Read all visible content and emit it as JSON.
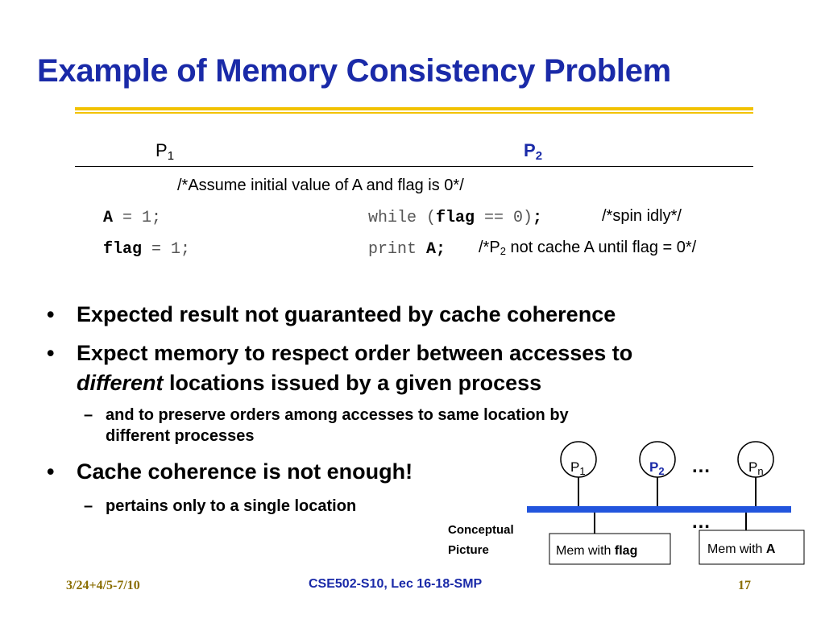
{
  "title": "Example of Memory Consistency Problem",
  "code": {
    "p1_head": {
      "base": "P",
      "sub": "1"
    },
    "p2_head": {
      "base": "P",
      "sub": "2"
    },
    "assume_comment": "/*Assume initial value of A and  flag is 0*/",
    "line1_p1": {
      "var": "A",
      "rest": " = 1;"
    },
    "line1_p2": {
      "pre": "while (",
      "var": "flag",
      "post": " == 0)",
      "semi": ";"
    },
    "spin_comment": "/*spin idly*/",
    "line2_p1": {
      "var": "flag",
      "rest": " = 1;"
    },
    "line2_p2": {
      "pre": "print ",
      "var": "A;"
    },
    "cache_comment": {
      "pre": "/*P",
      "sub": "2",
      "post": " not cache A until flag = 0*/"
    }
  },
  "bullets": {
    "mark": "•",
    "dash": "–",
    "b1": "Expected result not guaranteed by cache coherence",
    "b2_line1": "Expect memory to respect order between accesses to",
    "b2_line2_em": "different",
    "b2_line2_rest": " locations issued by a given process",
    "s1_line1": "and to preserve orders among accesses to same location by",
    "s1_line2": "different processes",
    "b3": "Cache coherence is not enough!",
    "s2": "pertains only to a single location"
  },
  "diagram": {
    "p1": {
      "base": "P",
      "sub": "1"
    },
    "p2": {
      "base": "P",
      "sub": "2"
    },
    "pn": {
      "base": "P",
      "sub": "n"
    },
    "ellipsis_top": "…",
    "ellipsis_bottom": "…",
    "label_line1": "Conceptual",
    "label_line2": "Picture",
    "mem_flag_pre": "Mem with ",
    "mem_flag_bold": "flag",
    "mem_a_pre": "Mem with ",
    "mem_a_bold": "A"
  },
  "footer": {
    "date": "3/24+4/5-7/10",
    "course": "CSE502-S10, Lec 16-18-SMP",
    "page": "17"
  },
  "colors": {
    "title_blue": "#1a2aa8",
    "rule_gold": "#f2c200",
    "bus_blue": "#2255dd",
    "footer_gold": "#8a6d00"
  }
}
